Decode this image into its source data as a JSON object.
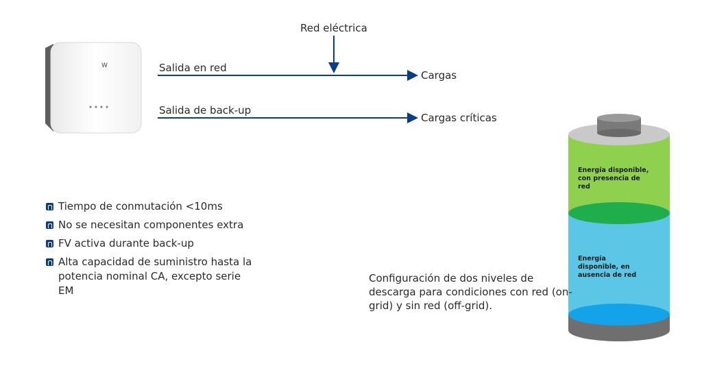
{
  "diagram": {
    "grid_label": "Red eléctrica",
    "grid_output_label": "Salida en red",
    "backup_output_label": "Salida de back-up",
    "loads_label": "Cargas",
    "critical_loads_label": "Cargas críticas",
    "line_color": "#0b3c8a"
  },
  "features": [
    "Tiempo de conmutación <10ms",
    "No se necesitan componentes extra",
    "FV activa durante back-up",
    "Alta capacidad de suministro hasta la potencia nominal CA, excepto serie EM"
  ],
  "config_text": "Configuración de dos niveles de descarga para condiciones con red (on-grid) y sin red (off-grid).",
  "battery": {
    "top_label": "Energía disponible, con presencia de red",
    "bottom_label": "Energía disponible, en ausencia de red",
    "colors": {
      "top": "#8fd14f",
      "bottom": "#5bc6e6",
      "top_ellipse": "#1fae4b",
      "bottom_ellipse": "#14a3e8",
      "cap": "#7a7a7a"
    }
  }
}
